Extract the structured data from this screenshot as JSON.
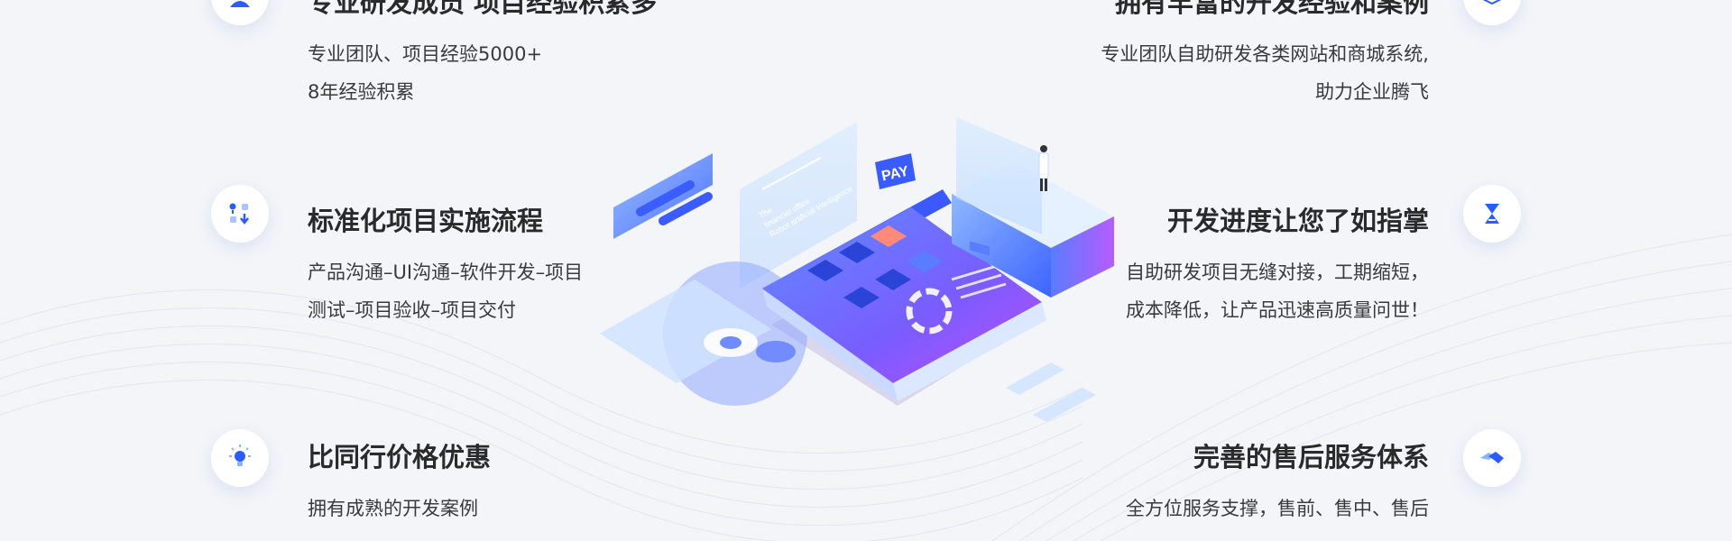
{
  "features": {
    "top_left": {
      "title": "专业研发成员 项目经验积累多",
      "desc1": "专业团队、项目经验5000+",
      "desc2": "8年经验积累",
      "icon": "user-icon"
    },
    "top_right": {
      "title": "拥有丰富的开发经验和案例",
      "desc1": "专业团队自助研发各类网站和商城系统,",
      "desc2": "助力企业腾飞",
      "icon": "layers-icon"
    },
    "mid_left": {
      "title": "标准化项目实施流程",
      "desc1": "产品沟通–UI沟通–软件开发–项目",
      "desc2": "测试–项目验收–项目交付",
      "icon": "process-flow-icon"
    },
    "mid_right": {
      "title": "开发进度让您了如指掌",
      "desc1": "自助研发项目无缝对接，工期缩短，",
      "desc2": "成本降低，让产品迅速高质量问世！",
      "icon": "hourglass-icon"
    },
    "bottom_left": {
      "title": "比同行价格优惠",
      "desc1": "拥有成熟的开发案例",
      "icon": "lightbulb-icon"
    },
    "bottom_right": {
      "title": "完善的售后服务体系",
      "desc1": "全方位服务支撑，售前、售中、售后",
      "icon": "handshake-icon"
    }
  },
  "illustration": {
    "pay_label": "PAY",
    "panel_text": [
      "The",
      "financial office",
      "Robot artificial intelligence"
    ]
  },
  "colors": {
    "accent": "#2b5cff",
    "accent_light": "#8ab4ff",
    "purple": "#a65cff",
    "background": "#f3f5f9"
  }
}
